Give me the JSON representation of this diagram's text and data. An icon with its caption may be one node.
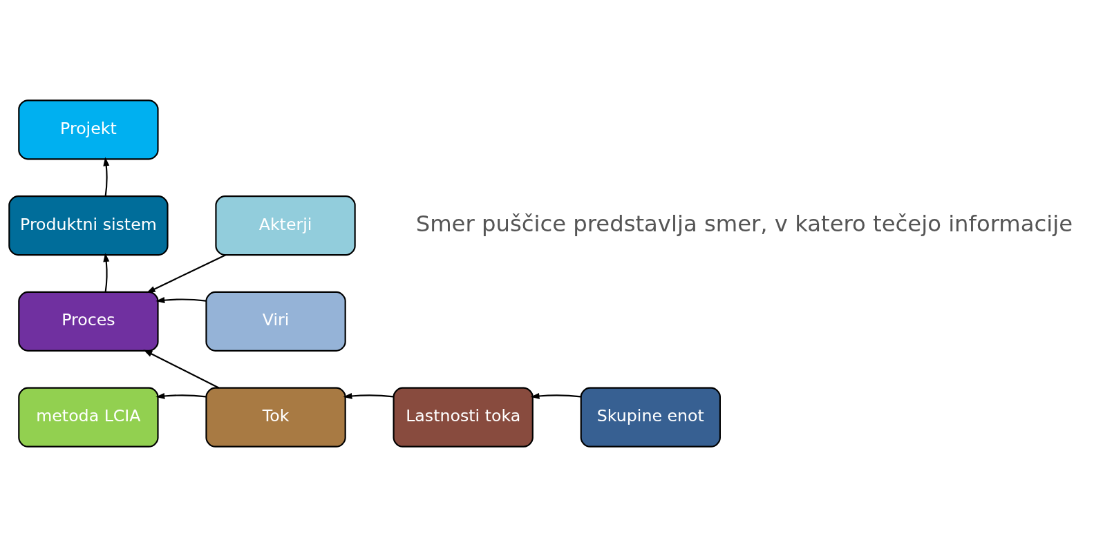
{
  "diagram": {
    "nodes": [
      {
        "text": [
          "Projekt"
        ]
      },
      {
        "text": [
          "Produktni sistem"
        ]
      },
      {
        "text": [
          "Akterji"
        ]
      },
      {
        "text": [
          "Proces"
        ]
      },
      {
        "text": [
          "Viri"
        ]
      },
      {
        "text": [
          "metoda LCIA"
        ]
      },
      {
        "text": [
          "Tok"
        ]
      },
      {
        "text": [
          "Lastnosti toka"
        ]
      },
      {
        "text": [
          "Skupine enot"
        ]
      }
    ],
    "edges": [
      {
        "from": 1,
        "to": 0,
        "arrow": "to"
      },
      {
        "from": 3,
        "to": 1,
        "arrow": "to"
      },
      {
        "from": 2,
        "to": 3,
        "arrow": "to"
      },
      {
        "from": 4,
        "to": 3,
        "arrow": "to"
      },
      {
        "from": 6,
        "to": 3,
        "arrow": "to"
      },
      {
        "from": 6,
        "to": 5,
        "arrow": "to"
      },
      {
        "from": 7,
        "to": 6,
        "arrow": "to"
      },
      {
        "from": 8,
        "to": 7,
        "arrow": "to"
      }
    ],
    "labels": [
      "Smer puščice predstavlja smer, v katero tečejo informacije"
    ]
  }
}
